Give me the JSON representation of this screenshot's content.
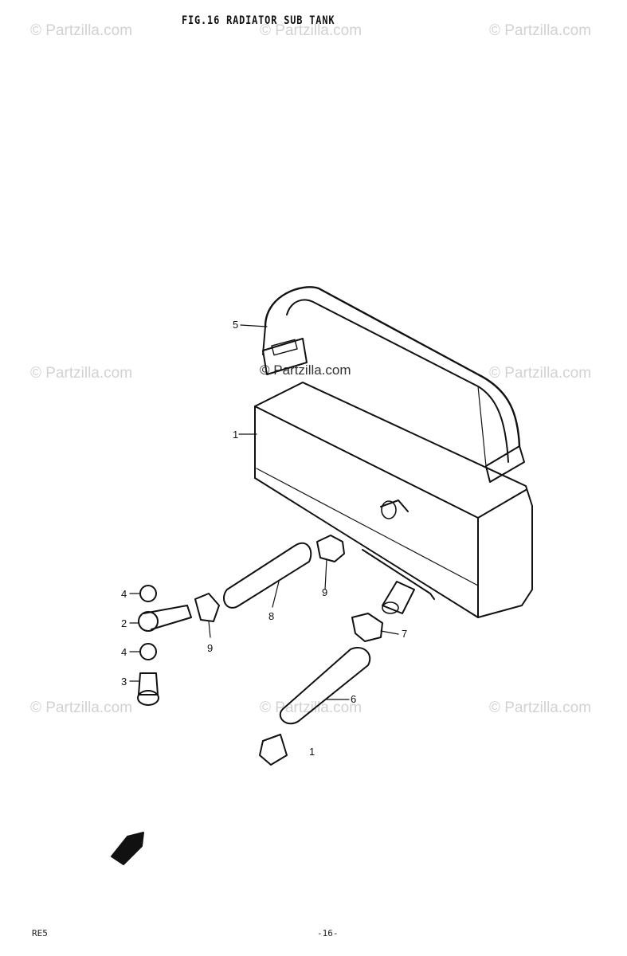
{
  "header": {
    "title": "FIG.16  RADIATOR SUB TANK"
  },
  "watermarks": {
    "text": "© Partzilla.com"
  },
  "callouts": {
    "c1a": "1",
    "c1b": "1",
    "c2": "2",
    "c3": "3",
    "c4a": "4",
    "c4b": "4",
    "c5": "5",
    "c6": "6",
    "c7": "7",
    "c8": "8",
    "c9a": "9",
    "c9b": "9"
  },
  "footer": {
    "model": "RE5",
    "page": "-16-"
  },
  "colors": {
    "ink": "#111111",
    "watermark": "#d2d2d2"
  }
}
